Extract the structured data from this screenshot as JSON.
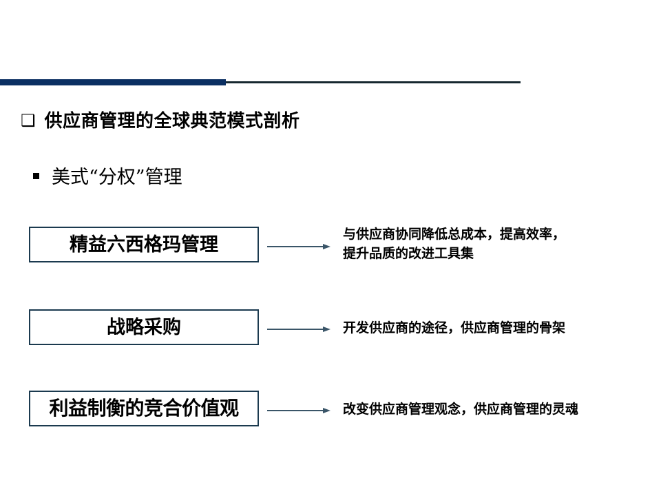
{
  "slide": {
    "title": {
      "bullet": "square-outline-bullet",
      "bullet_glyph": "❑",
      "text": "供应商管理的全球典范模式剖析"
    },
    "subtitle": {
      "bullet": "square-filled-bullet",
      "text": "美式“分权”管理"
    },
    "header_rule": {
      "thick_color": "#0B2F62",
      "thin_color": "#16272F"
    },
    "accent_colors": {
      "box_border": "#1B3A4F",
      "arrow": "#3A5568",
      "text": "#000000"
    },
    "rows": [
      {
        "box_label": "精益六西格玛管理",
        "arrow": "right-arrow-icon",
        "description_lines": [
          "与供应商协同降低总成本，提高效率，",
          "提升品质的改进工具集"
        ]
      },
      {
        "box_label": "战略采购",
        "arrow": "right-arrow-icon",
        "description_lines": [
          "开发供应商的途径，供应商管理的骨架"
        ]
      },
      {
        "box_label": "利益制衡的竞合价值观",
        "arrow": "right-arrow-icon",
        "description_lines": [
          "改变供应商管理观念，供应商管理的灵魂"
        ]
      }
    ]
  }
}
